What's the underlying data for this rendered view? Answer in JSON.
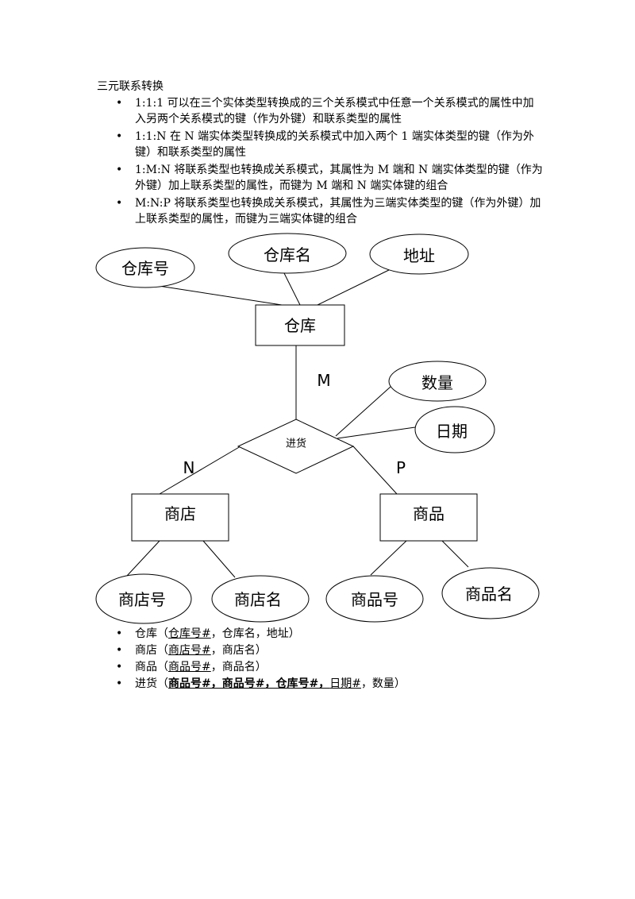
{
  "heading": "三元联系转换",
  "bullet": "•",
  "rules": [
    {
      "text": "1:1:1 可以在三个实体类型转换成的三个关系模式中任意一个关系模式的属性中加入另两个关系模式的键（作为外键）和联系类型的属性"
    },
    {
      "text": "1:1:N 在 N 端实体类型转换成的关系模式中加入两个 1 端实体类型的键（作为外键）和联系类型的属性"
    },
    {
      "text": "1:M:N 将联系类型也转换成关系模式，其属性为 M 端和 N 端实体类型的键（作为外键）加上联系类型的属性，而键为 M 端和 N 端实体键的组合"
    },
    {
      "text": "M:N:P 将联系类型也转换成关系模式，其属性为三端实体类型的键（作为外键）加上联系类型的属性，而键为三端实体键的组合"
    }
  ],
  "diagram": {
    "entities": {
      "warehouse": "仓库",
      "store": "商店",
      "product": "商品"
    },
    "relationship": "进货",
    "attributes": {
      "warehouse_no": "仓库号",
      "warehouse_name": "仓库名",
      "address": "地址",
      "quantity": "数量",
      "date": "日期",
      "store_no": "商店号",
      "store_name": "商店名",
      "product_no": "商品号",
      "product_name": "商品名"
    },
    "cardinality": {
      "warehouse": "M",
      "store": "N",
      "product": "P"
    }
  },
  "schema": {
    "warehouse": {
      "name": "仓库",
      "open": "（",
      "key": "仓库号#",
      "rest": "，仓库名，地址）"
    },
    "store": {
      "name": "商店",
      "open": "（",
      "key": "商店号#",
      "rest": "，商店名）"
    },
    "product": {
      "name": "商品",
      "open": "（",
      "key": "商品号#",
      "rest": "，商品名）"
    },
    "purchase": {
      "name": "进货",
      "open": "（",
      "key_bold": "商品号#，商品号#，仓库号#，",
      "key_plain": "日期#",
      "rest": "，数量）"
    }
  }
}
